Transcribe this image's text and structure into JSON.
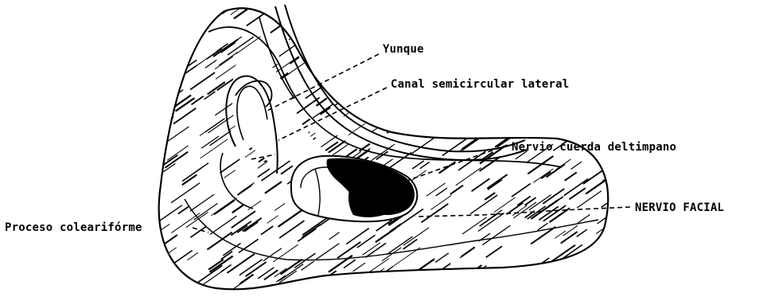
{
  "labels": {
    "yunque": "Yunque",
    "canal": "Canal semicircular lateral",
    "cuerda": "Nervio cuerda deltimpano",
    "facial": "NERVIO FACIAL",
    "proceso": "Proceso colearifórme"
  },
  "colors": {
    "ink": "#000000",
    "paper": "#ffffff"
  }
}
